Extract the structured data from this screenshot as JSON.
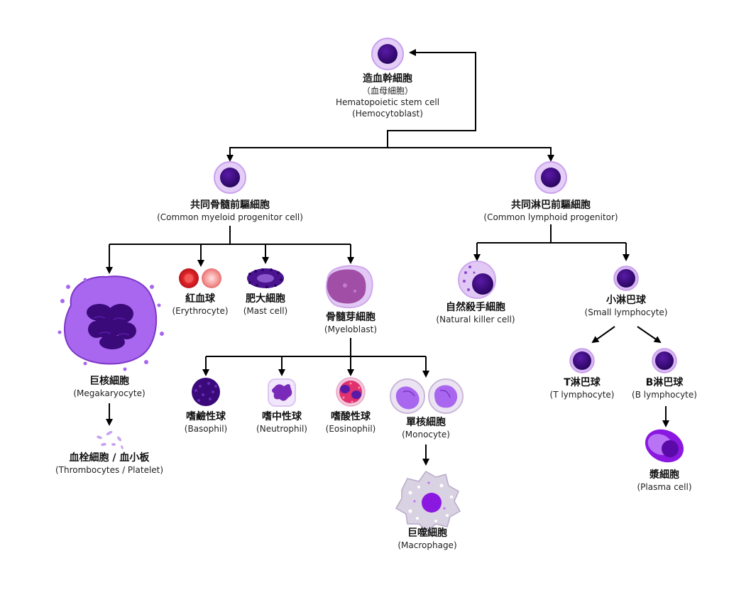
{
  "nodes": {
    "hsc": {
      "zh": "造血幹細胞",
      "zh2": "（血母細胞）",
      "en": "Hematopoietic stem cell",
      "en2": "(Hemocytoblast)"
    },
    "cmp": {
      "zh": "共同骨髓前驅細胞",
      "en": "(Common myeloid progenitor cell)"
    },
    "clp": {
      "zh": "共同淋巴前驅細胞",
      "en": "(Common lymphoid progenitor)"
    },
    "megakaryocyte": {
      "zh": "巨核細胞",
      "en": "(Megakaryocyte)"
    },
    "platelet": {
      "zh": "血栓細胞 / 血小板",
      "en": "(Thrombocytes / Platelet)"
    },
    "erythrocyte": {
      "zh": "紅血球",
      "en": "(Erythrocyte)"
    },
    "mast": {
      "zh": "肥大細胞",
      "en": "(Mast cell)"
    },
    "myeloblast": {
      "zh": "骨髓芽細胞",
      "en": "(Myeloblast)"
    },
    "basophil": {
      "zh": "嗜鹼性球",
      "en": "(Basophil)"
    },
    "neutrophil": {
      "zh": "嗜中性球",
      "en": "(Neutrophil)"
    },
    "eosinophil": {
      "zh": "嗜酸性球",
      "en": "(Eosinophil)"
    },
    "monocyte": {
      "zh": "單核細胞",
      "en": "(Monocyte)"
    },
    "macrophage": {
      "zh": "巨噬細胞",
      "en": "(Macrophage)"
    },
    "nk": {
      "zh": "自然殺手細胞",
      "en": "(Natural killer cell)"
    },
    "small_lymph": {
      "zh": "小淋巴球",
      "en": "(Small lymphocyte)"
    },
    "t_lymph": {
      "zh": "T淋巴球",
      "en": "(T lymphocyte)"
    },
    "b_lymph": {
      "zh": "B淋巴球",
      "en": "(B lymphocyte)"
    },
    "plasma": {
      "zh": "漿細胞",
      "en": "(Plasma cell)"
    }
  },
  "colors": {
    "nucleus": "#3a0a7a",
    "cytoplasm": "#e2c8f5",
    "rim": "#9a58d8",
    "megakaryocyte": "#a867ee",
    "erythrocyte": "#e0242a",
    "neutrophil": "#7a2ab8",
    "eosinophil": "#e0326e",
    "arrow": "#000000"
  }
}
